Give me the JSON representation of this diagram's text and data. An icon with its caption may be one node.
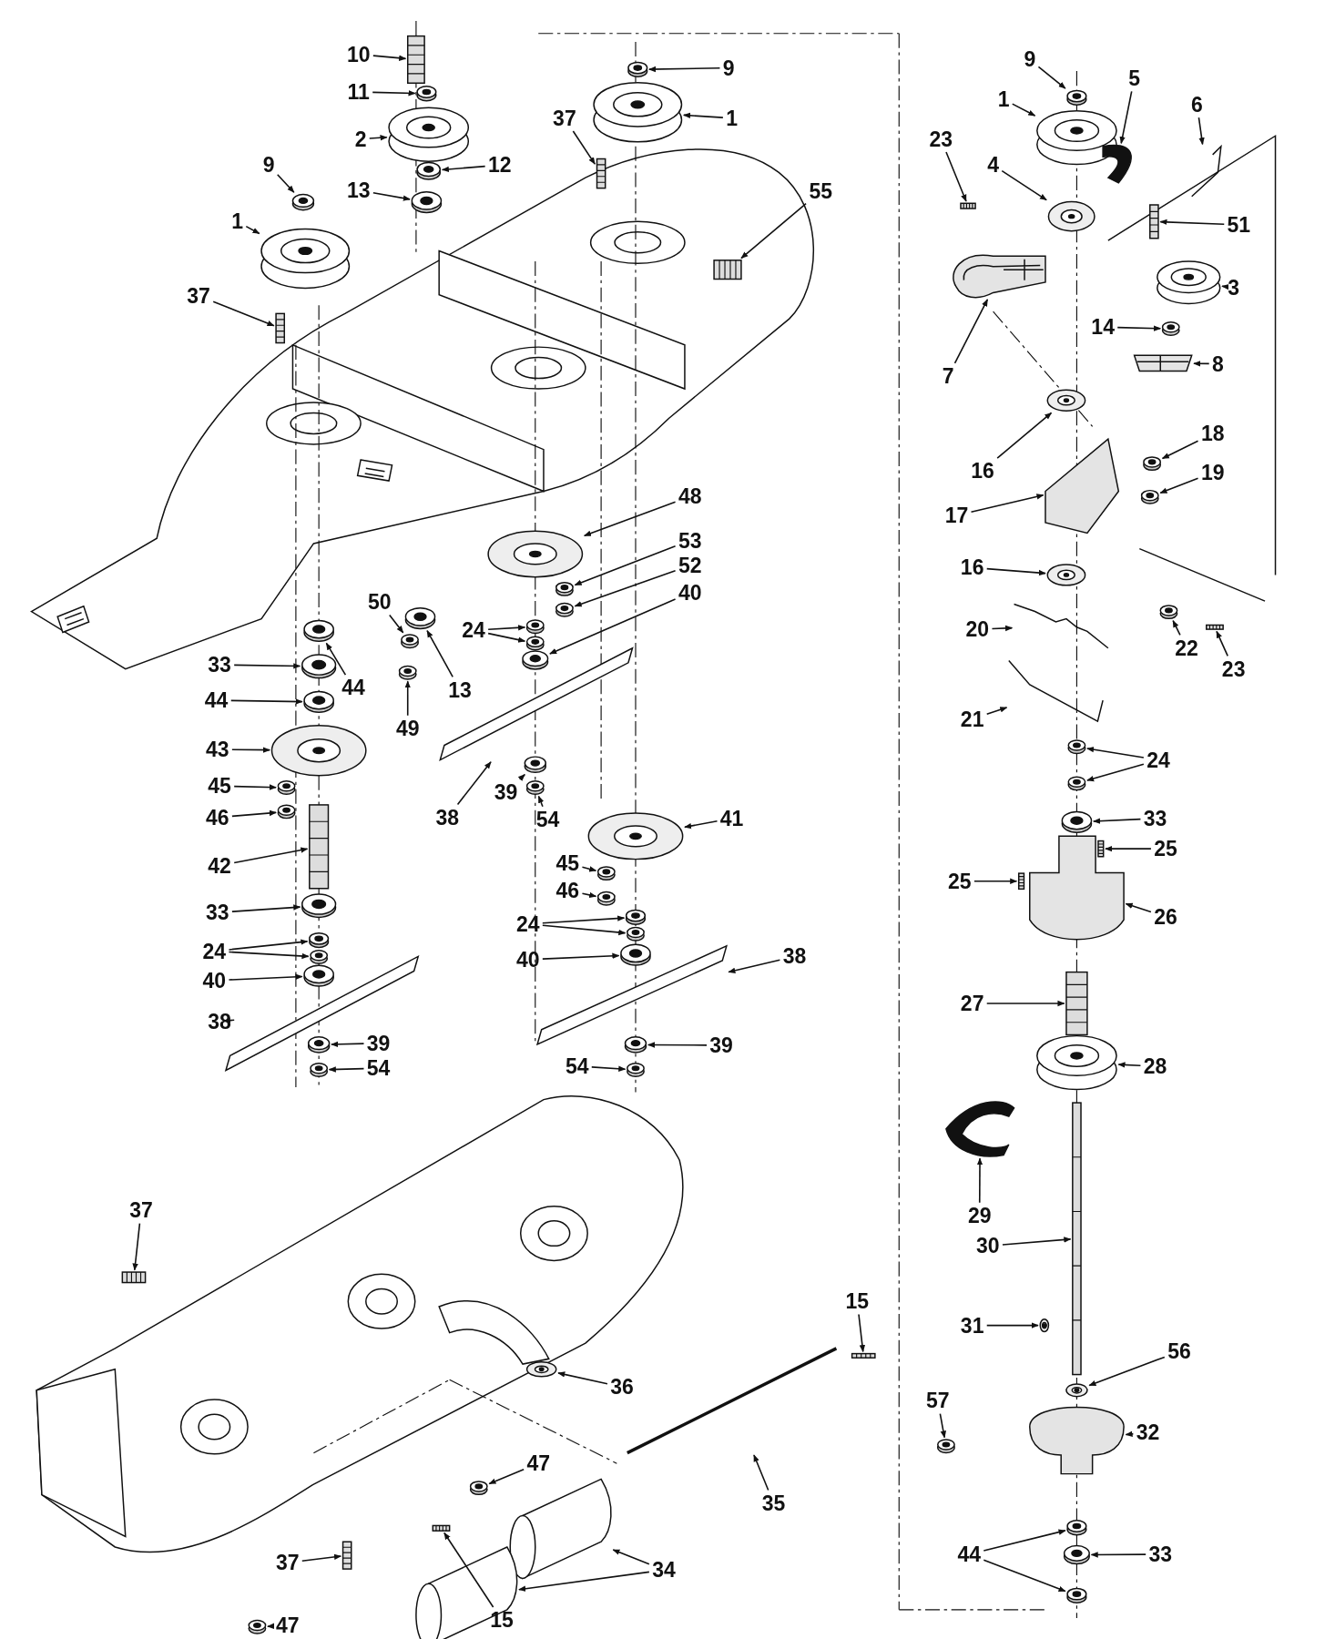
{
  "diagram": {
    "nodes": [
      {
        "text": [
          "10"
        ]
      },
      {
        "text": [
          "11"
        ]
      },
      {
        "text": [
          "2"
        ]
      },
      {
        "text": [
          "12"
        ]
      },
      {
        "text": [
          "13"
        ]
      },
      {
        "text": [
          "9"
        ]
      },
      {
        "text": [
          "1"
        ]
      },
      {
        "text": [
          "37"
        ]
      },
      {
        "text": [
          "9"
        ]
      },
      {
        "text": [
          "1"
        ]
      },
      {
        "text": [
          "37"
        ]
      },
      {
        "text": [
          "55"
        ]
      },
      {
        "text": [
          "48"
        ]
      },
      {
        "text": [
          "53"
        ]
      },
      {
        "text": [
          "52"
        ]
      },
      {
        "text": [
          "40"
        ]
      },
      {
        "text": [
          "24"
        ]
      },
      {
        "text": [
          "50"
        ]
      },
      {
        "text": [
          "13"
        ]
      },
      {
        "text": [
          "49"
        ]
      },
      {
        "text": [
          "38"
        ]
      },
      {
        "text": [
          "39"
        ]
      },
      {
        "text": [
          "54"
        ]
      },
      {
        "text": [
          "41"
        ]
      },
      {
        "text": [
          "45"
        ]
      },
      {
        "text": [
          "46"
        ]
      },
      {
        "text": [
          "24"
        ]
      },
      {
        "text": [
          "40"
        ]
      },
      {
        "text": [
          "38"
        ]
      },
      {
        "text": [
          "39"
        ]
      },
      {
        "text": [
          "54"
        ]
      },
      {
        "text": [
          "33"
        ]
      },
      {
        "text": [
          "44"
        ]
      },
      {
        "text": [
          "44"
        ]
      },
      {
        "text": [
          "43"
        ]
      },
      {
        "text": [
          "45"
        ]
      },
      {
        "text": [
          "46"
        ]
      },
      {
        "text": [
          "42"
        ]
      },
      {
        "text": [
          "33"
        ]
      },
      {
        "text": [
          "24"
        ]
      },
      {
        "text": [
          "40"
        ]
      },
      {
        "text": [
          "38"
        ]
      },
      {
        "text": [
          "39"
        ]
      },
      {
        "text": [
          "54"
        ]
      },
      {
        "text": [
          "37"
        ]
      },
      {
        "text": [
          "15"
        ]
      },
      {
        "text": [
          "36"
        ]
      },
      {
        "text": [
          "35"
        ]
      },
      {
        "text": [
          "47"
        ]
      },
      {
        "text": [
          "37"
        ]
      },
      {
        "text": [
          "47"
        ]
      },
      {
        "text": [
          "34"
        ]
      },
      {
        "text": [
          "15"
        ]
      },
      {
        "text": [
          "9"
        ]
      },
      {
        "text": [
          "1"
        ]
      },
      {
        "text": [
          "5"
        ]
      },
      {
        "text": [
          "6"
        ]
      },
      {
        "text": [
          "23"
        ]
      },
      {
        "text": [
          "4"
        ]
      },
      {
        "text": [
          "51"
        ]
      },
      {
        "text": [
          "3"
        ]
      },
      {
        "text": [
          "14"
        ]
      },
      {
        "text": [
          "8"
        ]
      },
      {
        "text": [
          "7"
        ]
      },
      {
        "text": [
          "16"
        ]
      },
      {
        "text": [
          "18"
        ]
      },
      {
        "text": [
          "19"
        ]
      },
      {
        "text": [
          "17"
        ]
      },
      {
        "text": [
          "16"
        ]
      },
      {
        "text": [
          "20"
        ]
      },
      {
        "text": [
          "22"
        ]
      },
      {
        "text": [
          "23"
        ]
      },
      {
        "text": [
          "21"
        ]
      },
      {
        "text": [
          "24"
        ]
      },
      {
        "text": [
          "33"
        ]
      },
      {
        "text": [
          "25"
        ]
      },
      {
        "text": [
          "25"
        ]
      },
      {
        "text": [
          "26"
        ]
      },
      {
        "text": [
          "27"
        ]
      },
      {
        "text": [
          "28"
        ]
      },
      {
        "text": [
          "29"
        ]
      },
      {
        "text": [
          "30"
        ]
      },
      {
        "text": [
          "31"
        ]
      },
      {
        "text": [
          "56"
        ]
      },
      {
        "text": [
          "57"
        ]
      },
      {
        "text": [
          "32"
        ]
      },
      {
        "text": [
          "44"
        ]
      },
      {
        "text": [
          "33"
        ]
      },
      {
        "text": [],
        "shape": "picture"
      },
      {
        "text": [],
        "shape": "picture"
      },
      {
        "text": [],
        "shape": "picture"
      },
      {
        "text": [],
        "shape": "picture"
      },
      {
        "text": [],
        "shape": "picture"
      },
      {
        "text": [],
        "shape": "picture"
      },
      {
        "text": [],
        "shape": "picture"
      },
      {
        "text": [],
        "shape": "picture"
      },
      {
        "text": [],
        "shape": "picture"
      },
      {
        "text": [],
        "shape": "picture"
      },
      {
        "text": [],
        "shape": "picture"
      },
      {
        "text": [],
        "shape": "picture"
      },
      {
        "text": [],
        "shape": "picture"
      },
      {
        "text": [],
        "shape": "picture"
      },
      {
        "text": [],
        "shape": "picture"
      },
      {
        "text": [],
        "shape": "picture"
      },
      {
        "text": [],
        "shape": "picture"
      },
      {
        "text": [],
        "shape": "picture"
      },
      {
        "text": [],
        "shape": "picture"
      },
      {
        "text": [],
        "shape": "picture"
      },
      {
        "text": [],
        "shape": "picture"
      },
      {
        "text": [],
        "shape": "picture"
      },
      {
        "text": [],
        "shape": "picture"
      },
      {
        "text": [],
        "shape": "picture"
      },
      {
        "text": [],
        "shape": "picture"
      },
      {
        "text": [],
        "shape": "picture"
      },
      {
        "text": [],
        "shape": "picture"
      },
      {
        "text": [],
        "shape": "picture"
      },
      {
        "text": [],
        "shape": "picture"
      },
      {
        "text": [],
        "shape": "picture"
      },
      {
        "text": [],
        "shape": "picture"
      },
      {
        "text": [],
        "shape": "picture"
      },
      {
        "text": [],
        "shape": "picture"
      },
      {
        "text": [],
        "shape": "picture"
      },
      {
        "text": [],
        "shape": "picture"
      },
      {
        "text": [],
        "shape": "picture"
      },
      {
        "text": [],
        "shape": "picture"
      },
      {
        "text": [],
        "shape": "picture"
      },
      {
        "text": [],
        "shape": "picture"
      },
      {
        "text": [],
        "shape": "picture"
      },
      {
        "text": [],
        "shape": "picture"
      },
      {
        "text": [],
        "shape": "picture"
      },
      {
        "text": [],
        "shape": "picture"
      },
      {
        "text": [],
        "shape": "picture"
      },
      {
        "text": [],
        "shape": "picture"
      },
      {
        "text": [],
        "shape": "picture"
      },
      {
        "text": [],
        "shape": "picture"
      },
      {
        "text": [],
        "shape": "picture"
      },
      {
        "text": [],
        "shape": "picture"
      },
      {
        "text": [],
        "shape": "picture"
      },
      {
        "text": [],
        "shape": "picture"
      },
      {
        "text": [],
        "shape": "picture"
      },
      {
        "text": [],
        "shape": "picture"
      },
      {
        "text": [],
        "shape": "picture"
      },
      {
        "text": [],
        "shape": "picture"
      },
      {
        "text": [],
        "shape": "picture"
      },
      {
        "text": [],
        "shape": "picture"
      },
      {
        "text": [],
        "shape": "picture"
      },
      {
        "text": [],
        "shape": "picture"
      },
      {
        "text": [],
        "shape": "picture"
      },
      {
        "text": [],
        "shape": "picture"
      },
      {
        "text": [],
        "shape": "picture"
      },
      {
        "text": [],
        "shape": "picture"
      },
      {
        "text": [],
        "shape": "picture"
      },
      {
        "text": [],
        "shape": "picture"
      },
      {
        "text": [],
        "shape": "picture"
      },
      {
        "text": [],
        "shape": "picture"
      },
      {
        "text": [],
        "shape": "picture"
      },
      {
        "text": [],
        "shape": "picture"
      },
      {
        "text": [],
        "shape": "picture"
      },
      {
        "text": [],
        "shape": "picture"
      },
      {
        "text": [],
        "shape": "picture"
      },
      {
        "text": [],
        "shape": "picture"
      },
      {
        "text": [],
        "shape": "picture"
      },
      {
        "text": [],
        "shape": "picture"
      },
      {
        "text": [],
        "shape": "picture"
      },
      {
        "text": [],
        "shape": "picture"
      },
      {
        "text": [],
        "shape": "picture"
      },
      {
        "text": [],
        "shape": "picture"
      },
      {
        "text": [],
        "shape": "picture"
      },
      {
        "text": [],
        "shape": "picture"
      },
      {
        "text": [],
        "shape": "picture"
      },
      {
        "text": [],
        "shape": "picture"
      },
      {
        "text": [],
        "shape": "picture"
      },
      {
        "text": [],
        "shape": "picture"
      },
      {
        "text": [],
        "shape": "picture"
      },
      {
        "text": [],
        "shape": "picture"
      },
      {
        "text": [],
        "shape": "picture"
      },
      {
        "text": [],
        "shape": "picture"
      },
      {
        "text": [],
        "shape": "picture"
      },
      {
        "text": [],
        "shape": "picture"
      },
      {
        "text": [],
        "shape": "picture"
      },
      {
        "text": [],
        "shape": "picture"
      },
      {
        "text": [],
        "shape": "picture"
      }
    ],
    "edges": [
      {
        "from": 0,
        "to": 88,
        "arrow": "to"
      },
      {
        "from": 1,
        "to": 89,
        "arrow": "to"
      },
      {
        "from": 2,
        "to": 90,
        "arrow": "to"
      },
      {
        "from": 3,
        "to": 91,
        "arrow": "to"
      },
      {
        "from": 4,
        "to": 92,
        "arrow": "to"
      },
      {
        "from": 5,
        "to": 93,
        "arrow": "to"
      },
      {
        "from": 6,
        "to": 94,
        "arrow": "to"
      },
      {
        "from": 7,
        "to": 95,
        "arrow": "to"
      },
      {
        "from": 8,
        "to": 96,
        "arrow": "to"
      },
      {
        "from": 9,
        "to": 97,
        "arrow": "to"
      },
      {
        "from": 10,
        "to": 98,
        "arrow": "to"
      },
      {
        "from": 11,
        "to": 99,
        "arrow": "to"
      },
      {
        "from": 12,
        "to": 100,
        "arrow": "to"
      },
      {
        "from": 13,
        "to": 101,
        "arrow": "to"
      },
      {
        "from": 14,
        "to": 102,
        "arrow": "to"
      },
      {
        "from": 15,
        "to": 103,
        "arrow": "to"
      },
      {
        "from": 16,
        "to": 104,
        "arrow": "to"
      },
      {
        "from": 16,
        "to": 105,
        "arrow": "to"
      },
      {
        "from": 17,
        "to": 106,
        "arrow": "to"
      },
      {
        "from": 18,
        "to": 107,
        "arrow": "to"
      },
      {
        "from": 19,
        "to": 108,
        "arrow": "to"
      },
      {
        "from": 20,
        "to": 109,
        "arrow": "to"
      },
      {
        "from": 21,
        "to": 110,
        "arrow": "to"
      },
      {
        "from": 22,
        "to": 111,
        "arrow": "to"
      },
      {
        "from": 23,
        "to": 112,
        "arrow": "to"
      },
      {
        "from": 24,
        "to": 113,
        "arrow": "to"
      },
      {
        "from": 25,
        "to": 114,
        "arrow": "to"
      },
      {
        "from": 26,
        "to": 115,
        "arrow": "to"
      },
      {
        "from": 26,
        "to": 116,
        "arrow": "to"
      },
      {
        "from": 27,
        "to": 117,
        "arrow": "to"
      },
      {
        "from": 28,
        "to": 118,
        "arrow": "to"
      },
      {
        "from": 29,
        "to": 119,
        "arrow": "to"
      },
      {
        "from": 30,
        "to": 120,
        "arrow": "to"
      },
      {
        "from": 31,
        "to": 121,
        "arrow": "to"
      },
      {
        "from": 32,
        "to": 122,
        "arrow": "to"
      },
      {
        "from": 33,
        "to": 123,
        "arrow": "to"
      },
      {
        "from": 34,
        "to": 124,
        "arrow": "to"
      },
      {
        "from": 35,
        "to": 125,
        "arrow": "to"
      },
      {
        "from": 36,
        "to": 126,
        "arrow": "to"
      },
      {
        "from": 37,
        "to": 127,
        "arrow": "to"
      },
      {
        "from": 38,
        "to": 128,
        "arrow": "to"
      },
      {
        "from": 39,
        "to": 129,
        "arrow": "to"
      },
      {
        "from": 39,
        "to": 130,
        "arrow": "to"
      },
      {
        "from": 40,
        "to": 131,
        "arrow": "to"
      },
      {
        "from": 41,
        "to": 132,
        "arrow": "to"
      },
      {
        "from": 42,
        "to": 133,
        "arrow": "to"
      },
      {
        "from": 43,
        "to": 134,
        "arrow": "to"
      },
      {
        "from": 44,
        "to": 135,
        "arrow": "to"
      },
      {
        "from": 45,
        "to": 136,
        "arrow": "to"
      },
      {
        "from": 46,
        "to": 137,
        "arrow": "to"
      },
      {
        "from": 47,
        "to": 138,
        "arrow": "to"
      },
      {
        "from": 48,
        "to": 139,
        "arrow": "to"
      },
      {
        "from": 49,
        "to": 140,
        "arrow": "to"
      },
      {
        "from": 50,
        "to": 141,
        "arrow": "to"
      },
      {
        "from": 51,
        "to": 142,
        "arrow": "to"
      },
      {
        "from": 51,
        "to": 143,
        "arrow": "to"
      },
      {
        "from": 52,
        "to": 144,
        "arrow": "to"
      },
      {
        "from": 53,
        "to": 145,
        "arrow": "to"
      },
      {
        "from": 54,
        "to": 146,
        "arrow": "to"
      },
      {
        "from": 55,
        "to": 147,
        "arrow": "to"
      },
      {
        "from": 56,
        "to": 148,
        "arrow": "to"
      },
      {
        "from": 57,
        "to": 149,
        "arrow": "to"
      },
      {
        "from": 58,
        "to": 150,
        "arrow": "to"
      },
      {
        "from": 59,
        "to": 151,
        "arrow": "to"
      },
      {
        "from": 60,
        "to": 152,
        "arrow": "to"
      },
      {
        "from": 61,
        "to": 153,
        "arrow": "to"
      },
      {
        "from": 62,
        "to": 154,
        "arrow": "to"
      },
      {
        "from": 63,
        "to": 155,
        "arrow": "to"
      },
      {
        "from": 64,
        "to": 156,
        "arrow": "to"
      },
      {
        "from": 65,
        "to": 157,
        "arrow": "to"
      },
      {
        "from": 66,
        "to": 158,
        "arrow": "to"
      },
      {
        "from": 67,
        "to": 159,
        "arrow": "to"
      },
      {
        "from": 68,
        "to": 160,
        "arrow": "to"
      },
      {
        "from": 69,
        "to": 161,
        "arrow": "to"
      },
      {
        "from": 70,
        "to": 162,
        "arrow": "to"
      },
      {
        "from": 71,
        "to": 163,
        "arrow": "to"
      },
      {
        "from": 72,
        "to": 164,
        "arrow": "to"
      },
      {
        "from": 73,
        "to": 165,
        "arrow": "to"
      },
      {
        "from": 73,
        "to": 166,
        "arrow": "to"
      },
      {
        "from": 74,
        "to": 167,
        "arrow": "to"
      },
      {
        "from": 75,
        "to": 168,
        "arrow": "to"
      },
      {
        "from": 76,
        "to": 169,
        "arrow": "to"
      },
      {
        "from": 77,
        "to": 170,
        "arrow": "to"
      },
      {
        "from": 78,
        "to": 171,
        "arrow": "to"
      },
      {
        "from": 79,
        "to": 172,
        "arrow": "to"
      },
      {
        "from": 80,
        "to": 173,
        "arrow": "to"
      },
      {
        "from": 81,
        "to": 174,
        "arrow": "to"
      },
      {
        "from": 82,
        "to": 175,
        "arrow": "to"
      },
      {
        "from": 83,
        "to": 176,
        "arrow": "to"
      },
      {
        "from": 84,
        "to": 177,
        "arrow": "to"
      },
      {
        "from": 85,
        "to": 178,
        "arrow": "to"
      },
      {
        "from": 86,
        "to": 179,
        "arrow": "to"
      },
      {
        "from": 86,
        "to": 180,
        "arrow": "to"
      },
      {
        "from": 87,
        "to": 181,
        "arrow": "to"
      }
    ]
  }
}
